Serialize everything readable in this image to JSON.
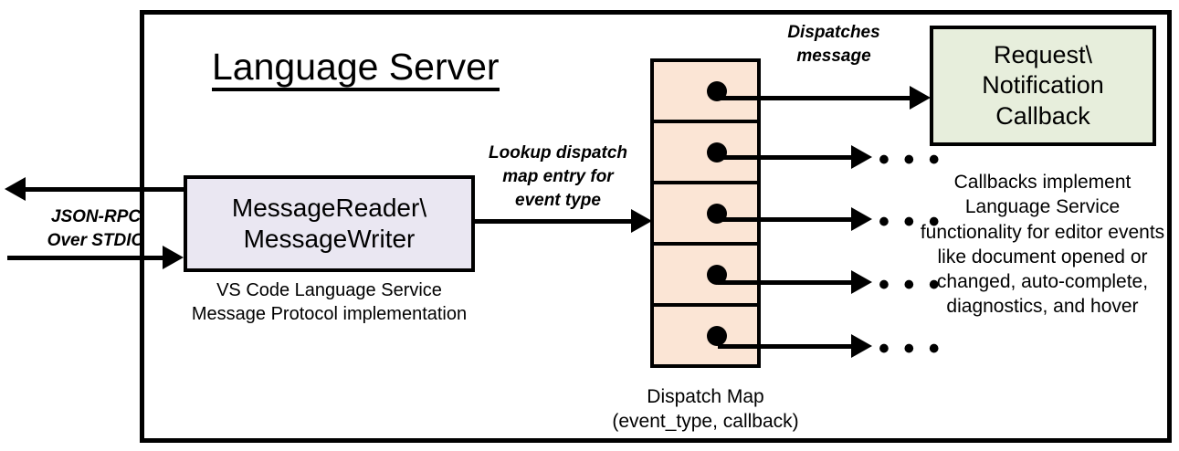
{
  "diagram": {
    "title": "Language Server",
    "outer_border_color": "#000000",
    "boxes": {
      "message_rw": {
        "line1": "MessageReader\\",
        "line2": "MessageWriter",
        "fill": "#EAE7F2",
        "caption_line1": "VS Code Language Service",
        "caption_line2": "Message Protocol implementation"
      },
      "callback": {
        "line1": "Request\\",
        "line2": "Notification",
        "line3": "Callback",
        "fill": "#E7EEDC",
        "caption": "Callbacks implement Language Service functionality for editor events like document opened or changed, auto-complete, diagnostics, and hover"
      },
      "dispatch_map": {
        "fill": "#FBE5D5",
        "cell_count": 5,
        "caption_line1": "Dispatch Map",
        "caption_line2": "(event_type, callback)"
      }
    },
    "labels": {
      "jsonrpc_line1": "JSON-RPC",
      "jsonrpc_line2": "Over STDIO",
      "lookup_line1": "Lookup dispatch",
      "lookup_line2": "map entry for",
      "lookup_line3": "event type",
      "dispatches_line1": "Dispatches",
      "dispatches_line2": "message",
      "ellipsis": "• • •"
    }
  }
}
